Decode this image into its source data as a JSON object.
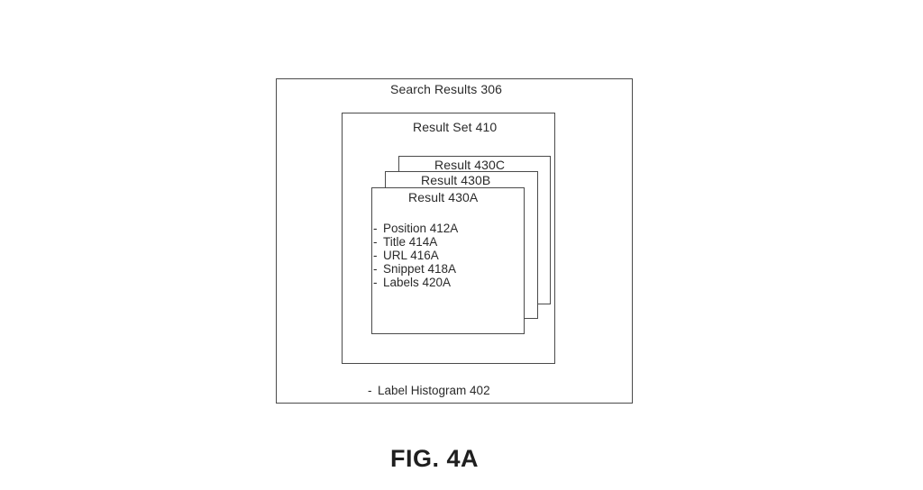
{
  "diagram": {
    "search_results_label": "Search Results 306",
    "result_set_label": "Result Set 410",
    "result_c_label": "Result 430C",
    "result_b_label": "Result 430B",
    "result_a_label": "Result 430A",
    "fields": [
      "Position  412A",
      "Title 414A",
      "URL 416A",
      "Snippet 418A",
      "Labels 420A"
    ],
    "histogram_label": "Label Histogram 402",
    "figure_caption": "FIG. 4A"
  }
}
